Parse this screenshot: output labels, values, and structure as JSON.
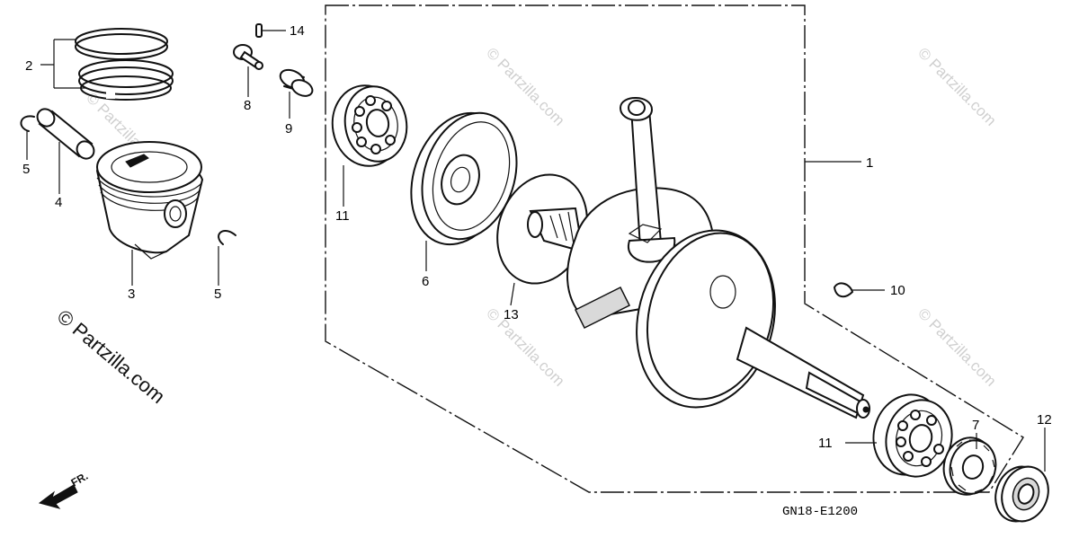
{
  "diagram_code": "GN18-E1200",
  "front_marker": "FR.",
  "watermark_main": "© Partzilla.com",
  "watermark_repeat": "© Partzilla.com",
  "callouts": {
    "crankshaft": "1",
    "piston_ring_set": "2",
    "piston": "3",
    "piston_pin": "4",
    "piston_pin_clip_left": "5",
    "piston_pin_clip_right": "5",
    "cam_chain_guide_plate": "6",
    "drive_sprocket": "7",
    "bolt": "8",
    "spring": "9",
    "woodruff_key": "10",
    "bearing_left": "11",
    "bearing_right": "11",
    "oil_seal": "12",
    "o_ring": "13",
    "dowel_pin": "14"
  }
}
